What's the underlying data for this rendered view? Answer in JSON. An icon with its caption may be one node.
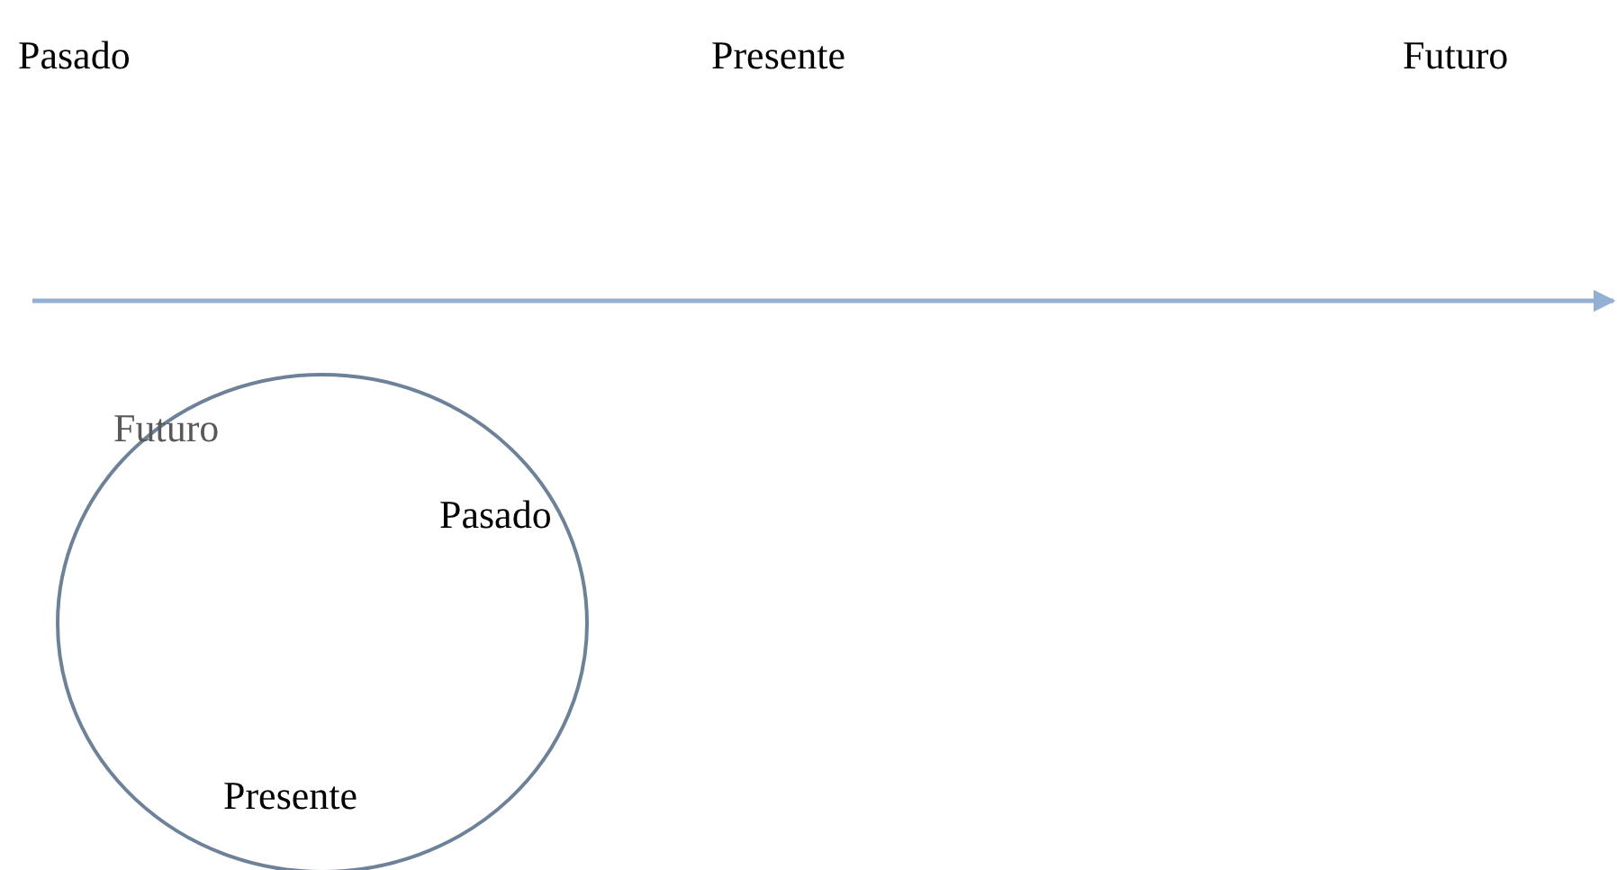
{
  "diagram": {
    "nodes": [
      {
        "text": [
          "Futuro",
          "Pasado",
          "Presente"
        ]
      }
    ],
    "labels": [
      "Pasado",
      "Presente",
      "Futuro"
    ]
  }
}
